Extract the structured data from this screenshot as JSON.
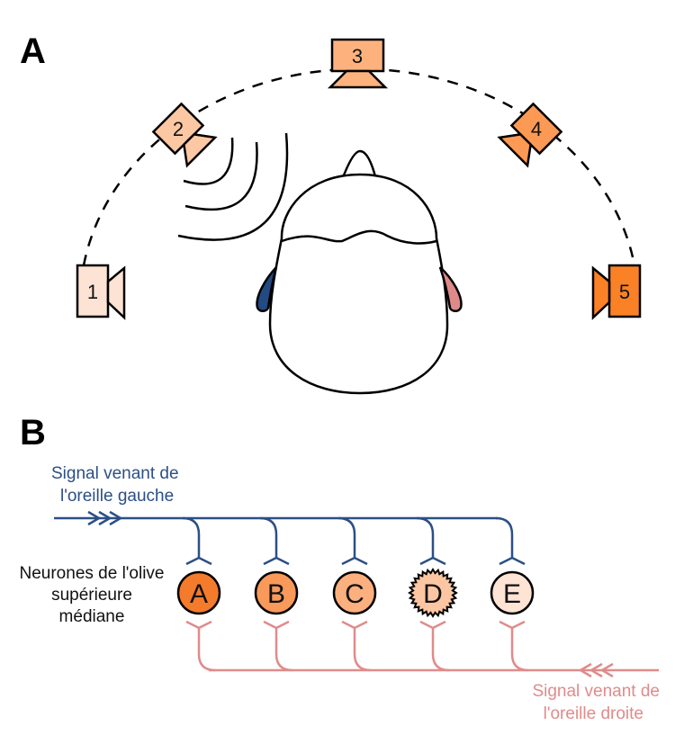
{
  "panels": {
    "a": {
      "label": "A"
    },
    "b": {
      "label": "B"
    }
  },
  "colors": {
    "left_signal": "#2c4f86",
    "right_signal": "#e08b8b",
    "left_ear": "#234a82",
    "right_ear": "#de8a8a",
    "outline": "#000000"
  },
  "speakers": [
    {
      "id": "1",
      "label": "1",
      "fill": "#fde3d4"
    },
    {
      "id": "2",
      "label": "2",
      "fill": "#fcc8a3"
    },
    {
      "id": "3",
      "label": "3",
      "fill": "#fdb27e"
    },
    {
      "id": "4",
      "label": "4",
      "fill": "#fc9a55"
    },
    {
      "id": "5",
      "label": "5",
      "fill": "#fb8126"
    }
  ],
  "signals": {
    "left": {
      "line1": "Signal venant de",
      "line2": "l'oreille gauche"
    },
    "right": {
      "line1": "Signal venant de",
      "line2": "l'oreille droite"
    }
  },
  "mso": {
    "line1": "Neurones de l'olive",
    "line2": "supérieure",
    "line3": "médiane"
  },
  "neurons": [
    {
      "id": "A",
      "label": "A",
      "fill": "#f47b2c",
      "active": false
    },
    {
      "id": "B",
      "label": "B",
      "fill": "#f9995a",
      "active": false
    },
    {
      "id": "C",
      "label": "C",
      "fill": "#fbb07e",
      "active": false
    },
    {
      "id": "D",
      "label": "D",
      "fill": "#fcc6a2",
      "active": true
    },
    {
      "id": "E",
      "label": "E",
      "fill": "#fde4d4",
      "active": false
    }
  ]
}
